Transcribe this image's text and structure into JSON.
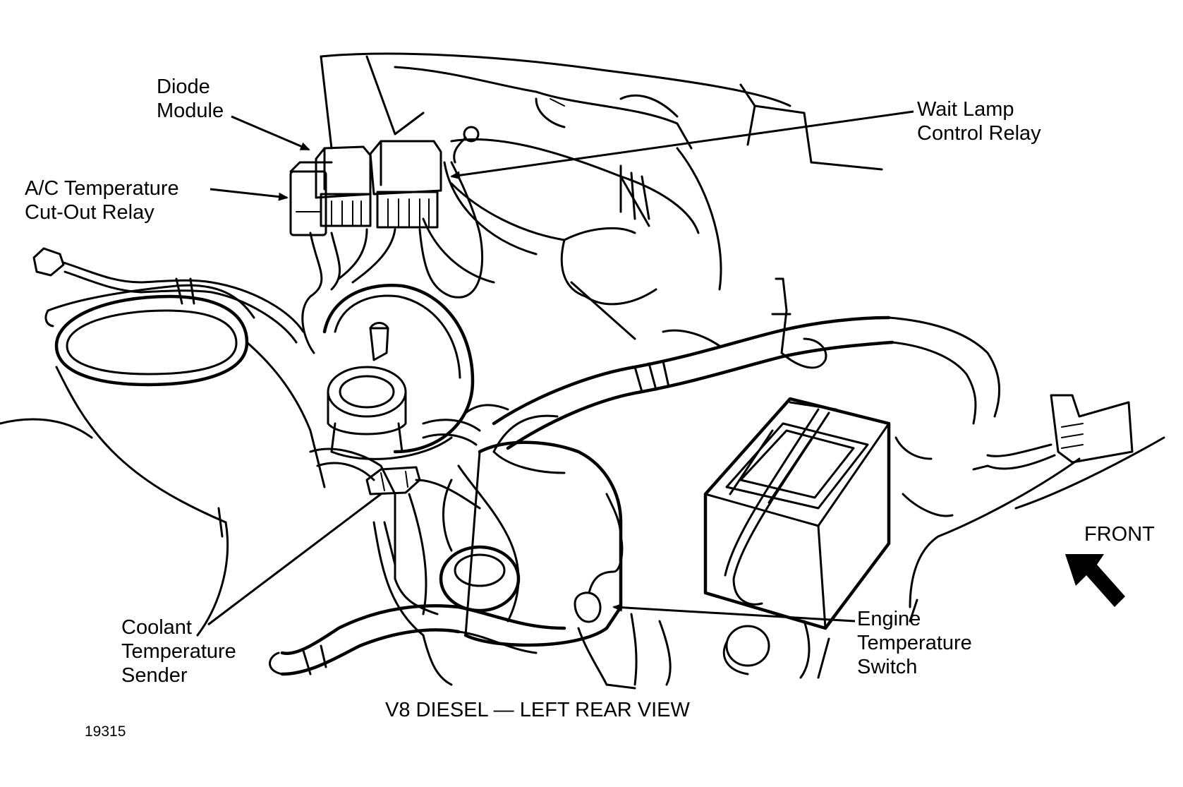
{
  "labels": {
    "diode_module": [
      "Diode",
      "Module"
    ],
    "ac_relay": [
      "A/C Temperature",
      "Cut-Out Relay"
    ],
    "wait_lamp": [
      "Wait Lamp",
      "Control Relay"
    ],
    "coolant_sender": [
      "Coolant",
      "Temperature",
      "Sender"
    ],
    "engine_switch": [
      "Engine",
      "Temperature",
      "Switch"
    ],
    "front": "FRONT"
  },
  "caption": "V8 DIESEL — LEFT REAR VIEW",
  "figure_number": "19315",
  "colors": {
    "ink": "#000000",
    "paper": "#ffffff"
  }
}
